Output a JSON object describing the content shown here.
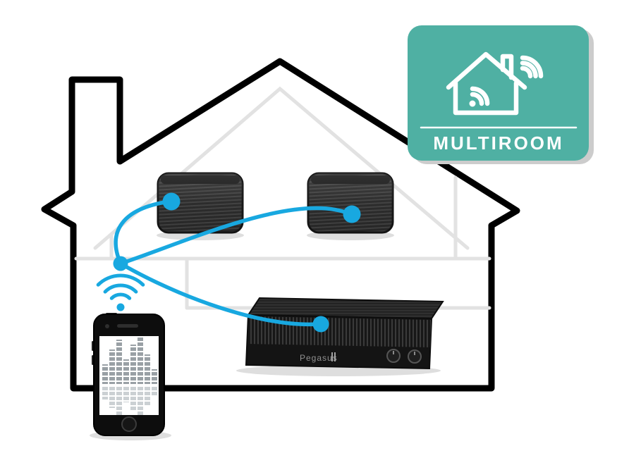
{
  "badge": {
    "label": "MULTIROOM",
    "icon": "house-wifi-icon",
    "background_color": "#4FB0A3"
  },
  "devices": {
    "smartphone": {
      "type": "smartphone",
      "screen_content": "audio-equalizer"
    },
    "speaker_left": {
      "type": "wireless-speaker"
    },
    "speaker_right": {
      "type": "wireless-speaker"
    },
    "amplifier": {
      "type": "av-amplifier",
      "brand_label": "Pegasus"
    }
  },
  "connections": {
    "source": "smartphone-wifi",
    "targets": [
      "speaker-left",
      "speaker-right",
      "amplifier"
    ]
  },
  "colors": {
    "connection": "#18A8E0",
    "badge": "#4FB0A3",
    "outline": "#000000",
    "interior": "#E2E2E2"
  }
}
